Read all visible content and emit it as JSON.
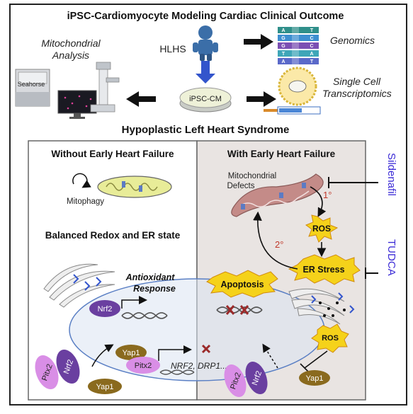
{
  "header": {
    "title": "iPSC-Cardiomyocyte Modeling Cardiac Clinical Outcome",
    "hlhs_label": "HLHS",
    "ipsc_cm_label": "iPSC-CM",
    "mito_analysis_line1": "Mitochondrial",
    "mito_analysis_line2": "Analysis",
    "seahorse_label": "Seahorse",
    "genomics_label": "Genomics",
    "single_cell_line1": "Single Cell",
    "single_cell_line2": "Transcriptomics",
    "genomics_letters": [
      "A",
      "T",
      "G",
      "C",
      "G",
      "C",
      "T",
      "A",
      "A",
      "T"
    ]
  },
  "section_title": "Hypoplastic Left Heart Syndrome",
  "left_panel": {
    "title": "Without Early Heart Failure",
    "mitophagy_label": "Mitophagy",
    "balanced_label": "Balanced Redox and ER state",
    "antioxidant_line1": "Antioxidant",
    "antioxidant_line2": "Response",
    "nrf2_label": "Nrf2",
    "yap1_label": "Yap1",
    "pitx2_label": "Pitx2",
    "target_genes": "NRF2, DRP1...",
    "outside_pitx2": "Pitx2",
    "outside_nrf2": "Nrf2",
    "outside_yap1": "Yap1"
  },
  "right_panel": {
    "title": "With Early Heart Failure",
    "defects_line1": "Mitochondrial",
    "defects_line2": "Defects",
    "primary_label": "1°",
    "secondary_label": "2°",
    "ros_label": "ROS",
    "er_stress_label": "ER Stress",
    "apoptosis_label": "Apoptosis",
    "ros_small_label": "ROS",
    "outside_pitx2": "Pitx2",
    "outside_nrf2": "Nrf2",
    "outside_yap1": "Yap1"
  },
  "inhibitors": {
    "sildenafil": "Sildenafil",
    "tudca": "TUDCA"
  },
  "colors": {
    "pitx2": "#d98ee6",
    "nrf2": "#6a3fa0",
    "yap1": "#8a6a1e",
    "ros": "#f5d21a",
    "inhibitor_text": "#3b2bd6",
    "arrow_blue": "#3355cc",
    "red_text": "#c0392b",
    "right_bg": "#e9e4e2"
  }
}
